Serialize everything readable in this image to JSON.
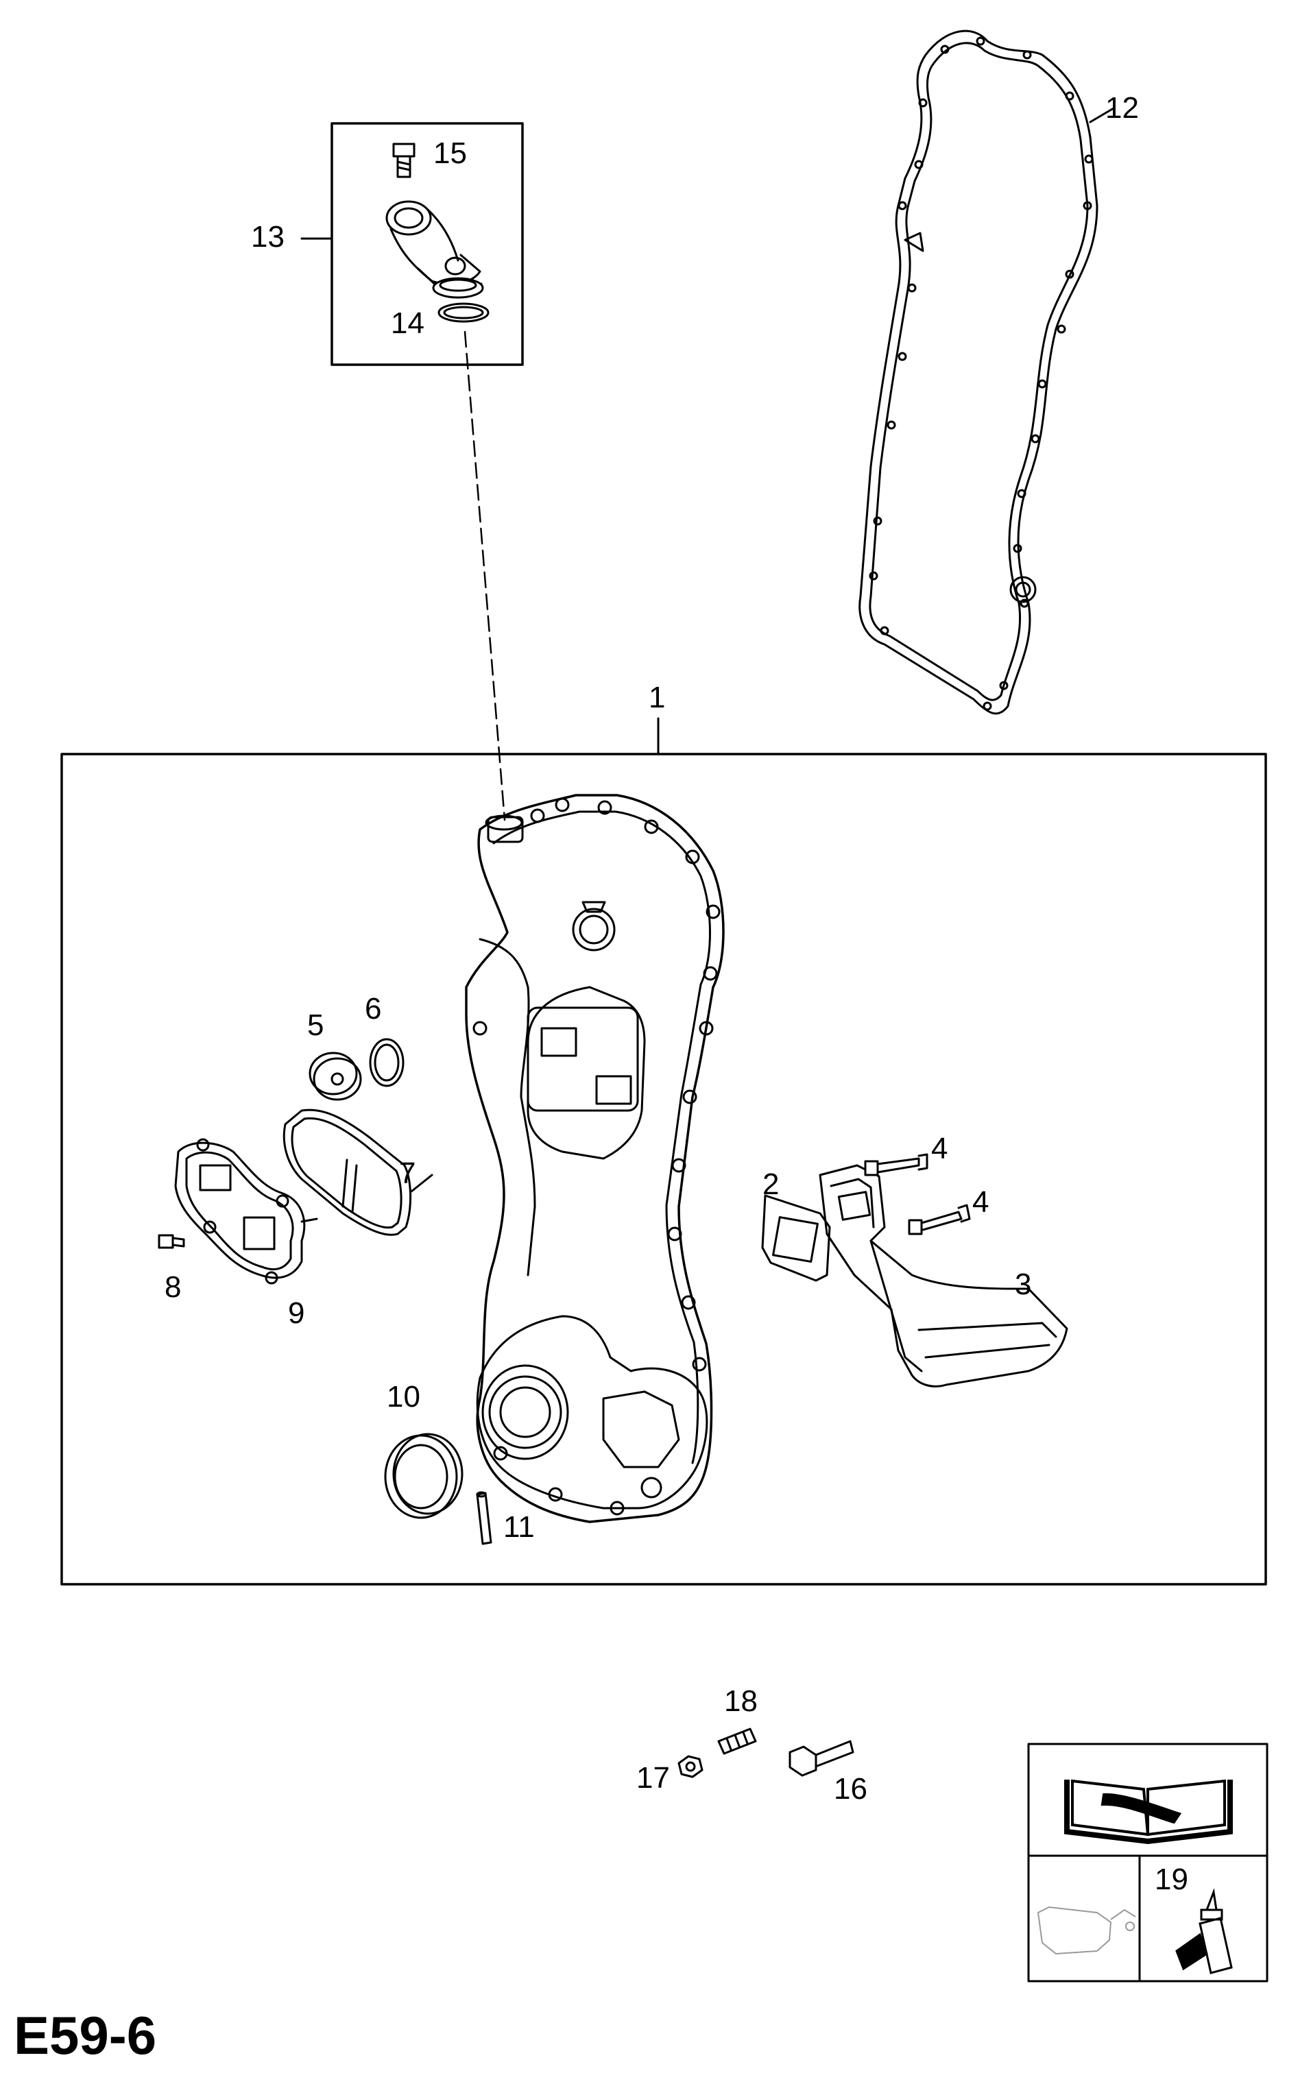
{
  "page_code": "E59-6",
  "callouts": {
    "c1": "1",
    "c2": "2",
    "c3": "3",
    "c4a": "4",
    "c4b": "4",
    "c5": "5",
    "c6": "6",
    "c7": "7",
    "c8": "8",
    "c9": "9",
    "c10": "10",
    "c11": "11",
    "c12": "12",
    "c13": "13",
    "c14": "14",
    "c15": "15",
    "c16": "16",
    "c17": "17",
    "c18": "18",
    "c19": "19"
  }
}
